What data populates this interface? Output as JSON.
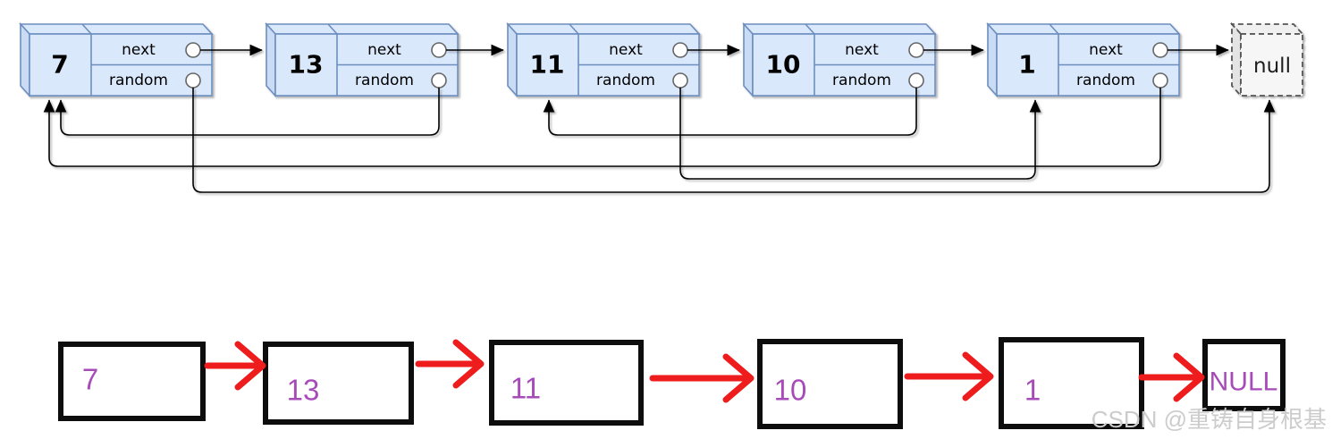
{
  "diagram": {
    "field_labels": {
      "next": "next",
      "random": "random"
    },
    "null_label": "null",
    "nodes": [
      {
        "value": "7",
        "next_target": "13",
        "random_target": "null"
      },
      {
        "value": "13",
        "next_target": "11",
        "random_target": "7"
      },
      {
        "value": "11",
        "next_target": "10",
        "random_target": "1"
      },
      {
        "value": "10",
        "next_target": "1",
        "random_target": "11"
      },
      {
        "value": "1",
        "next_target": "null",
        "random_target": "7"
      }
    ]
  },
  "simple_list": {
    "items": [
      "7",
      "13",
      "11",
      "10",
      "1"
    ],
    "null_label": "NULL"
  },
  "watermark": "CSDN @重铸自身根基",
  "colors": {
    "node_fill": "#dae8fc",
    "node_stroke": "#6c8ebf",
    "null_fill": "#f6f6f6",
    "null_stroke": "#555555",
    "connector_black": "#000000",
    "list_box_stroke": "#0d0d0d",
    "list_value_purple": "#a64bb8",
    "list_arrow_red": "#ee1c1c",
    "watermark_gray": "#cccccc"
  }
}
